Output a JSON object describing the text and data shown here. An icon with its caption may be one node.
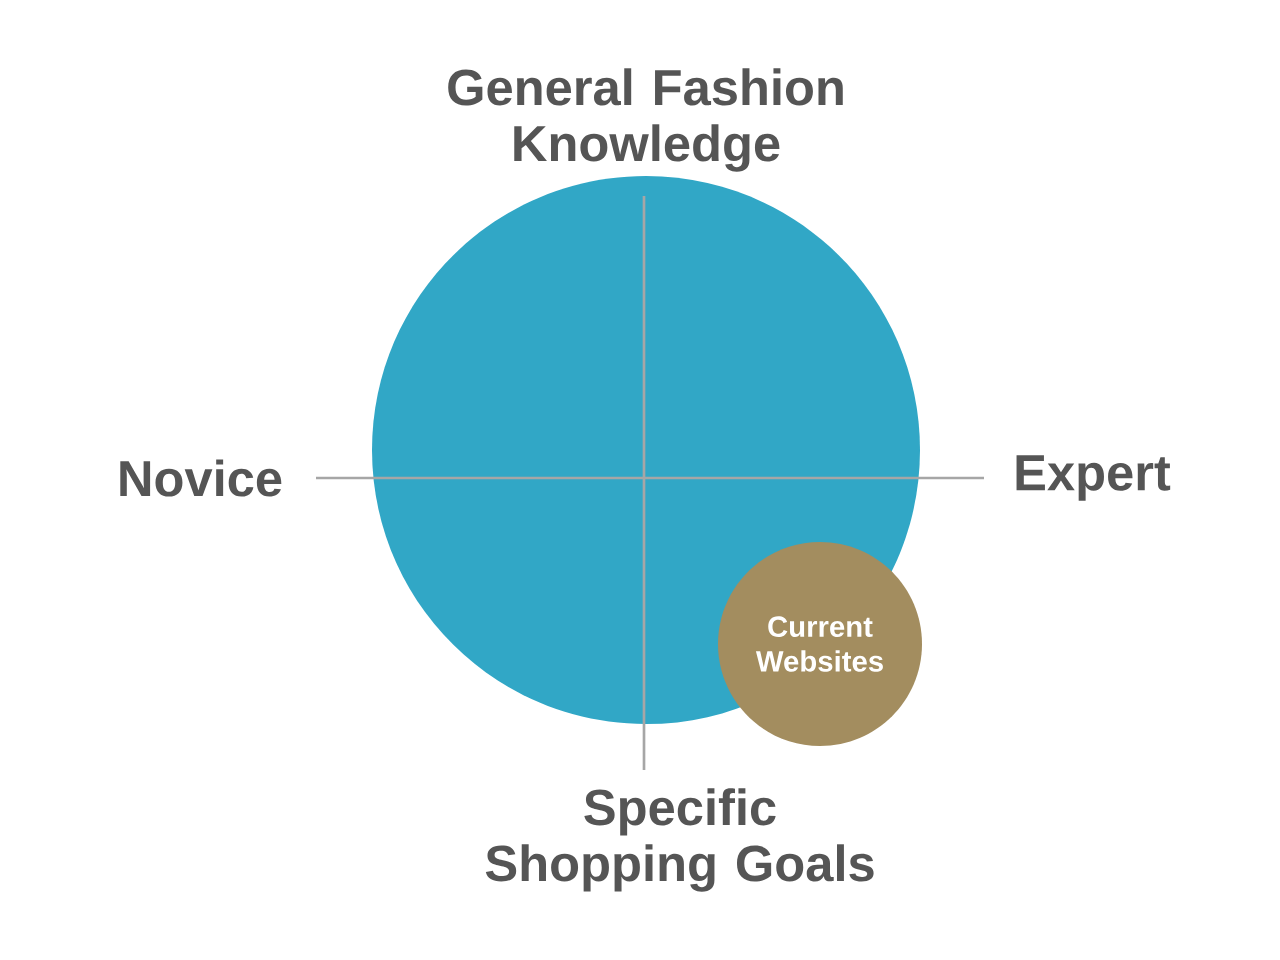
{
  "diagram": {
    "nodes": [
      {
        "text": [],
        "shape": "circle"
      },
      {
        "text": [
          "Current Websites"
        ]
      }
    ],
    "labels": [
      "General Fashion Knowledge",
      "Novice",
      "Expert",
      "Specific Shopping Goals"
    ]
  }
}
